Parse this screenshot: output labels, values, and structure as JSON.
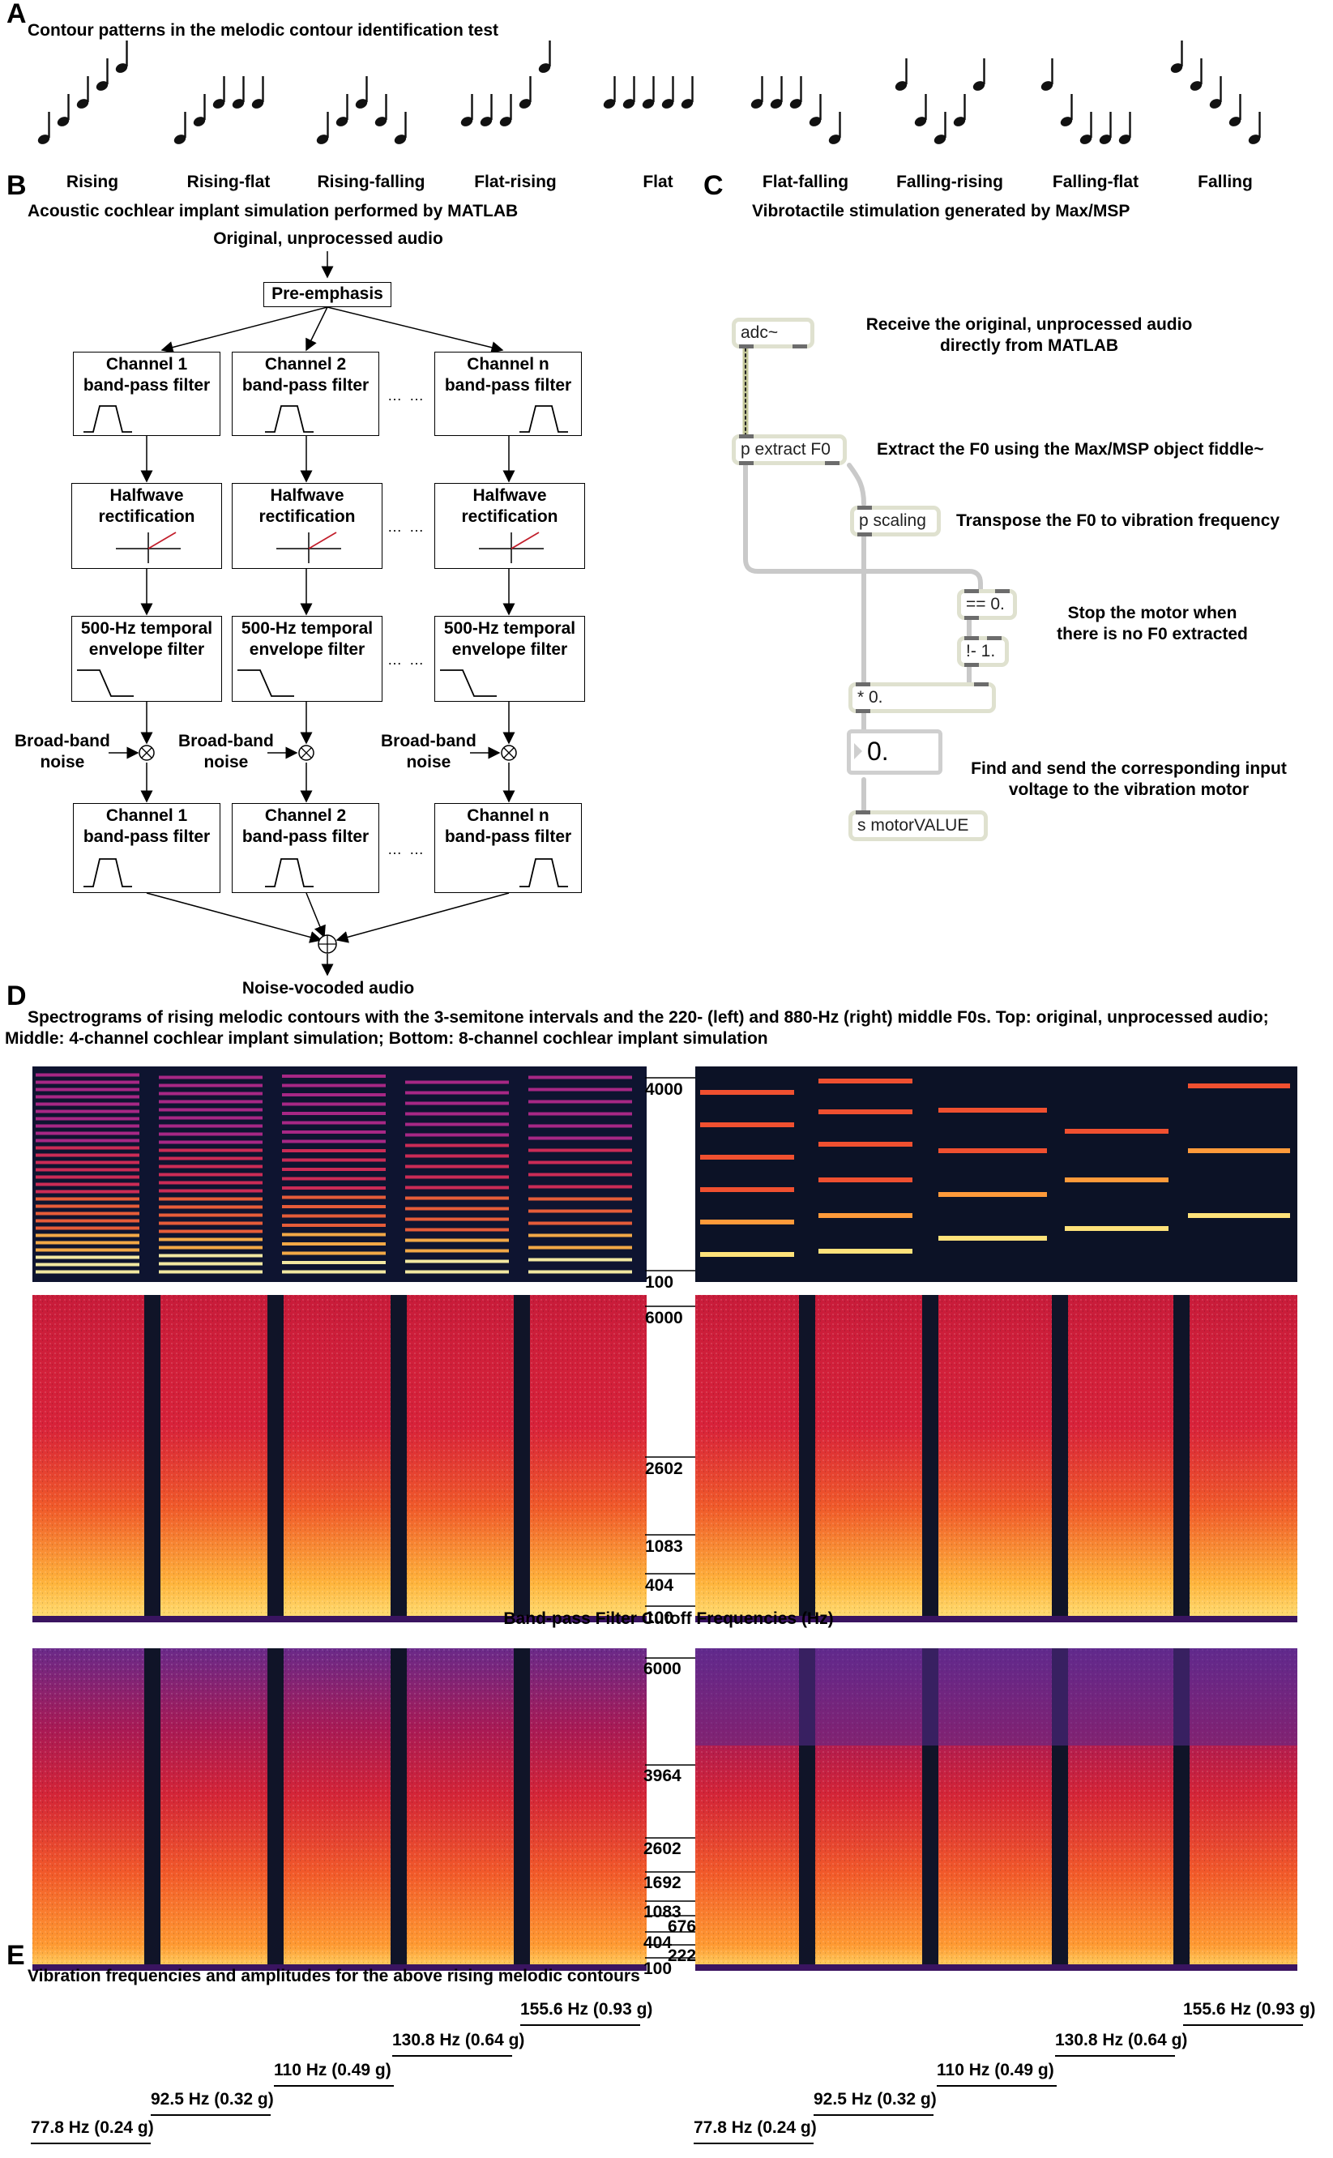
{
  "panelA": {
    "letter": "A",
    "title": "Contour patterns in the melodic contour identification test",
    "patterns": [
      "Rising",
      "Rising-flat",
      "Rising-falling",
      "Flat-rising",
      "Flat",
      "Flat-falling",
      "Falling-rising",
      "Falling-flat",
      "Falling"
    ]
  },
  "panelB": {
    "letter": "B",
    "title": "Acoustic cochlear implant simulation performed by MATLAB",
    "input": "Original, unprocessed audio",
    "preemphasis": "Pre-emphasis",
    "ch1_bp": "Channel 1\nband-pass filter",
    "ch2_bp": "Channel 2\nband-pass filter",
    "chn_bp": "Channel n\nband-pass filter",
    "halfwave": "Halfwave\nrectification",
    "envelope": "500-Hz temporal\nenvelope filter",
    "noise": "Broad-band\nnoise",
    "ellipsis": "… …",
    "output": "Noise-vocoded audio"
  },
  "panelC": {
    "letter": "C",
    "title": "Vibrotactile stimulation generated by Max/MSP",
    "objects": {
      "adc": "adc~",
      "extract": "p extract F0",
      "scaling": "p scaling",
      "eq": "== 0.",
      "neq": "!- 1.",
      "mul": "* 0.",
      "num": "0.",
      "send": "s motorVALUE"
    },
    "notes": {
      "receive": "Receive the original, unprocessed audio\ndirectly from MATLAB",
      "extract": "Extract the F0 using the Max/MSP object fiddle~",
      "transpose": "Transpose the F0 to vibration frequency",
      "stop": "Stop the motor when\nthere is no F0 extracted",
      "find": "Find and send the corresponding input\nvoltage to the vibration motor"
    }
  },
  "panelD": {
    "letter": "D",
    "title": "Spectrograms of rising melodic contours with the 3-semitone intervals and the 220- (left) and 880-Hz (right) middle F0s. Top: original, unprocessed audio; Middle: 4-channel cochlear implant simulation; Bottom: 8-channel cochlear implant simulation",
    "top_ticks": [
      "4000",
      "100"
    ],
    "mid_ticks": [
      "6000",
      "2602",
      "1083",
      "404",
      "100"
    ],
    "bot_ticks": [
      "6000",
      "3964",
      "2602",
      "1692",
      "1083",
      "676",
      "404",
      "222",
      "100"
    ],
    "axis_label": "Band-pass Filter Cutoff Frequencies (Hz)",
    "colors": {
      "dark": "#0b1226",
      "mid": "#c8143c",
      "hot": "#ff8a2a",
      "bright": "#ffe27a"
    }
  },
  "panelE": {
    "letter": "E",
    "title": "Vibration frequencies and amplitudes for the above rising melodic contours",
    "steps": [
      {
        "freq": "77.8 Hz (0.24 g)"
      },
      {
        "freq": "92.5 Hz (0.32 g)"
      },
      {
        "freq": "110 Hz (0.49 g)"
      },
      {
        "freq": "130.8 Hz (0.64 g)"
      },
      {
        "freq": "155.6 Hz (0.93 g)"
      }
    ]
  }
}
